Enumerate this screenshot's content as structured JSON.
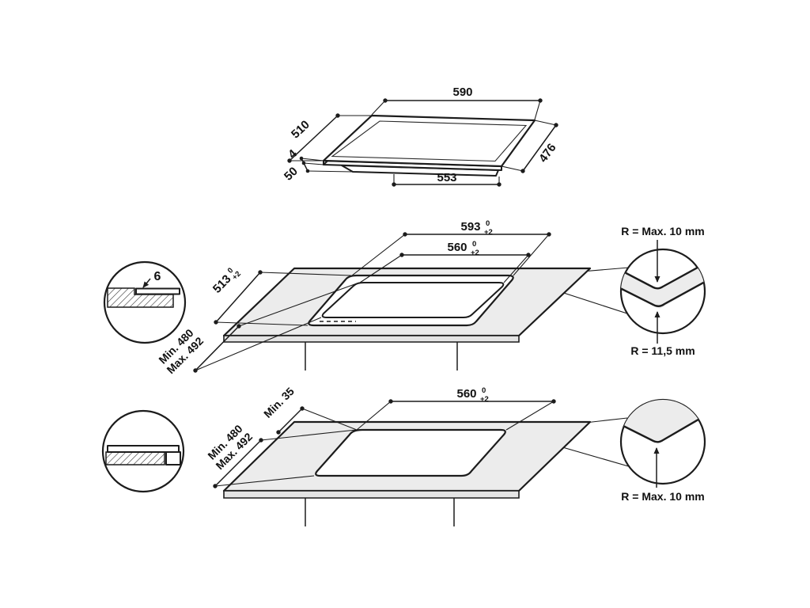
{
  "product_view": {
    "width_top": "590",
    "depth_left": "510",
    "glass_thickness": "4",
    "body_height": "50",
    "width_bottom": "553",
    "depth_right": "476"
  },
  "flush_installation": {
    "rebate_width": "593",
    "rebate_width_tol_upper": "0",
    "rebate_width_tol_lower": "+2",
    "cutout_width": "560",
    "cutout_width_tol_upper": "0",
    "cutout_width_tol_lower": "+2",
    "rebate_depth": "513",
    "rebate_depth_tol_upper": "0",
    "rebate_depth_tol_lower": "+2",
    "depth_min": "Min. 480",
    "depth_max": "Max. 492",
    "rebate_thickness": "6",
    "corner_radius_worktop": "R = Max. 10 mm",
    "corner_radius_hob": "R = 11,5 mm"
  },
  "overlap_installation": {
    "cutout_width": "560",
    "cutout_width_tol_upper": "0",
    "cutout_width_tol_lower": "+2",
    "side_clearance": "Min. 35",
    "depth_min": "Min. 480",
    "depth_max": "Max. 492",
    "corner_radius_worktop": "R = Max. 10 mm"
  },
  "colors": {
    "line": "#1c1c1c",
    "worktop_fill": "#ececec",
    "background": "#ffffff"
  }
}
